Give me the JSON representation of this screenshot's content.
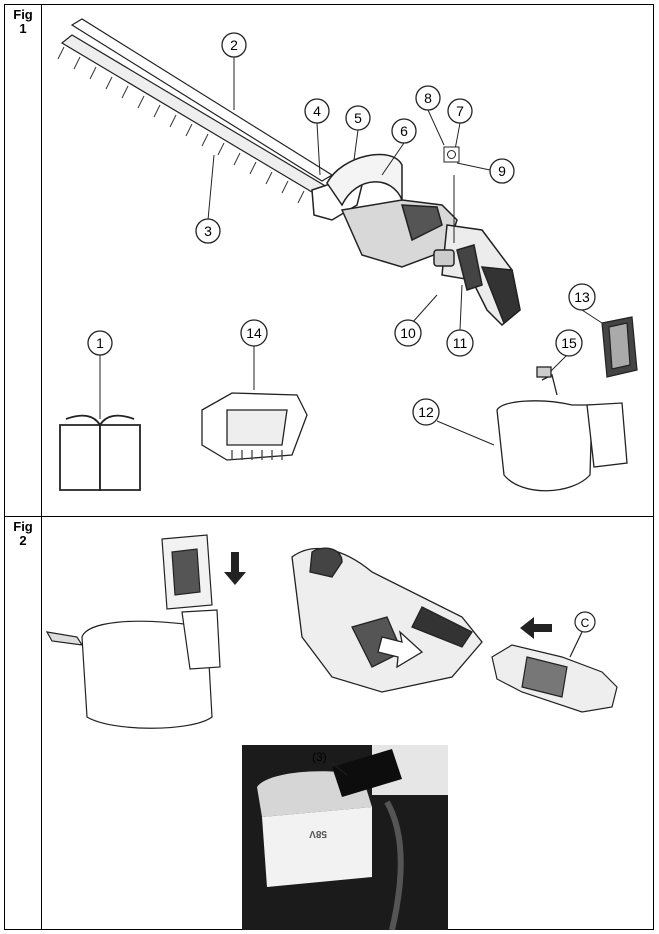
{
  "figures": [
    {
      "label_line1": "Fig",
      "label_line2": "1",
      "callouts": [
        "1",
        "2",
        "3",
        "4",
        "5",
        "6",
        "7",
        "8",
        "9",
        "10",
        "11",
        "12",
        "13",
        "14",
        "15"
      ]
    },
    {
      "label_line1": "Fig",
      "label_line2": "2",
      "callout_c": "C",
      "callout_3": "(3)",
      "battery_text": "58V"
    }
  ]
}
